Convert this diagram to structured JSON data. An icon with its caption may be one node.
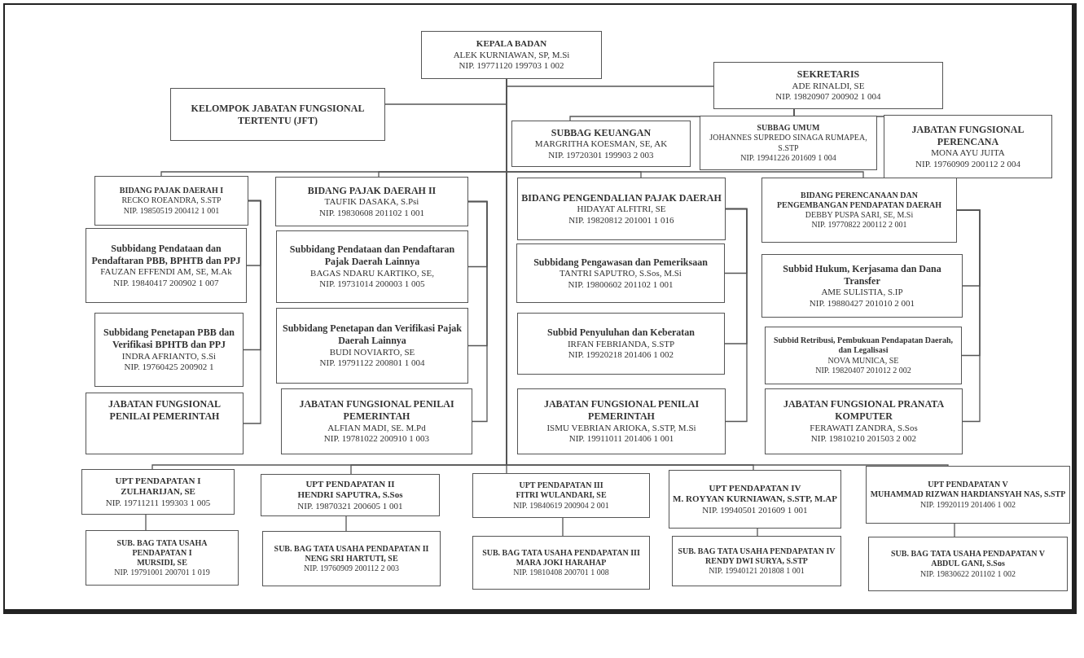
{
  "diagram": {
    "nodes": [
      {
        "text": [
          "KEPALA BADAN",
          "ALEK KURNIAWAN, SP, M.Si",
          "NIP. 19771120 199703 1 002"
        ]
      },
      {
        "text": [
          "KELOMPOK JABATAN FUNGSIONAL TERTENTU (JFT)"
        ]
      },
      {
        "text": [
          "SEKRETARIS",
          "ADE RINALDI, SE",
          "NIP. 19820907 200902 1 004"
        ]
      },
      {
        "text": [
          "SUBBAG KEUANGAN",
          "MARGRITHA KOESMAN, SE, AK",
          "NIP. 19720301 199903 2 003"
        ]
      },
      {
        "text": [
          "SUBBAG UMUM",
          "JOHANNES SUPREDO SINAGA RUMAPEA, S.STP",
          "NIP. 19941226 201609 1 004"
        ]
      },
      {
        "text": [
          "JABATAN FUNGSIONAL PERENCANA",
          "MONA AYU JUITA",
          "NIP. 19760909 200112 2 004"
        ]
      },
      {
        "text": [
          "BIDANG PAJAK DAERAH I",
          "RECKO ROEANDRA, S.STP",
          "NIP. 19850519 200412 1 001"
        ]
      },
      {
        "text": [
          "Subbidang Pendataan dan Pendaftaran PBB, BPHTB dan PPJ",
          "FAUZAN EFFENDI AM, SE, M.Ak",
          "NIP. 19840417 200902 1 007"
        ]
      },
      {
        "text": [
          "Subbidang Penetapan PBB dan Verifikasi BPHTB dan PPJ",
          "INDRA AFRIANTO, S.Si",
          "NIP. 19760425 200902 1"
        ]
      },
      {
        "text": [
          "JABATAN FUNGSIONAL PENILAI PEMERINTAH"
        ]
      },
      {
        "text": [
          "BIDANG PAJAK DAERAH II",
          "TAUFIK DASAKA, S.Psi",
          "NIP. 19830608 201102 1 001"
        ]
      },
      {
        "text": [
          "Subbidang Pendataan dan Pendaftaran Pajak Daerah Lainnya",
          "BAGAS NDARU KARTIKO, SE,",
          "NIP. 19731014 200003 1 005"
        ]
      },
      {
        "text": [
          "Subbidang Penetapan dan Verifikasi Pajak Daerah Lainnya",
          "BUDI NOVIARTO, SE",
          "NIP. 19791122 200801 1 004"
        ]
      },
      {
        "text": [
          "JABATAN FUNGSIONAL PENILAI PEMERINTAH",
          "ALFIAN MADI, SE. M.Pd",
          "NIP. 19781022 200910 1 003"
        ]
      },
      {
        "text": [
          "BIDANG PENGENDALIAN PAJAK DAERAH",
          "HIDAYAT ALFITRI, SE",
          "NIP. 19820812 201001 1 016"
        ]
      },
      {
        "text": [
          "Subbidang Pengawasan dan Pemeriksaan",
          "TANTRI SAPUTRO, S.Sos, M.Si",
          "NIP. 19800602 201102 1 001"
        ]
      },
      {
        "text": [
          "Subbid Penyuluhan dan Keberatan",
          "IRFAN FEBRIANDA, S.STP",
          "NIP. 19920218 201406 1 002"
        ]
      },
      {
        "text": [
          "JABATAN FUNGSIONAL PENILAI PEMERINTAH",
          "ISMU VEBRIAN ARIOKA, S.STP, M.Si",
          "NIP. 19911011 201406 1 001"
        ]
      },
      {
        "text": [
          "BIDANG PERENCANAAN DAN PENGEMBANGAN PENDAPATAN DAERAH",
          "DEBBY PUSPA SARI, SE, M.Si",
          "NIP. 19770822 200112 2 001"
        ]
      },
      {
        "text": [
          "Subbid Hukum, Kerjasama dan Dana Transfer",
          "AME SULISTIA, S.IP",
          "NIP. 19880427 201010 2 001"
        ]
      },
      {
        "text": [
          "Subbid Retribusi, Pembukuan Pendapatan Daerah, dan Legalisasi",
          "NOVA MUNICA, SE",
          "NIP. 19820407 201012 2 002"
        ]
      },
      {
        "text": [
          "JABATAN FUNGSIONAL PRANATA KOMPUTER",
          "FERAWATI ZANDRA, S.Sos",
          "NIP. 19810210 201503 2 002"
        ]
      },
      {
        "text": [
          "UPT PENDAPATAN I",
          "ZULHARIJAN, SE",
          "NIP. 19711211 199303 1 005"
        ]
      },
      {
        "text": [
          "UPT PENDAPATAN II",
          "HENDRI SAPUTRA, S.Sos",
          "NIP. 19870321 200605 1 001"
        ]
      },
      {
        "text": [
          "UPT PENDAPATAN III",
          "FITRI WULANDARI, SE",
          "NIP. 19840619 200904 2 001"
        ]
      },
      {
        "text": [
          "UPT PENDAPATAN IV",
          "M. ROYYAN KURNIAWAN, S.STP, M.AP",
          "NIP. 19940501 201609 1 001"
        ]
      },
      {
        "text": [
          "UPT PENDAPATAN V",
          "MUHAMMAD RIZWAN HARDIANSYAH NAS, S.STP",
          "NIP. 19920119 201406 1 002"
        ]
      },
      {
        "text": [
          "SUB. BAG TATA USAHA PENDAPATAN I",
          "MURSIDI, SE",
          "NIP. 19791001 200701 1 019"
        ]
      },
      {
        "text": [
          "SUB. BAG TATA USAHA PENDAPATAN II",
          "NENG SRI HARTUTI, SE",
          "NIP. 19760909 200112 2 003"
        ]
      },
      {
        "text": [
          "SUB. BAG TATA USAHA PENDAPATAN III",
          "MARA JOKI HARAHAP",
          "NIP. 19810408 200701 1 008"
        ]
      },
      {
        "text": [
          "SUB. BAG TATA USAHA PENDAPATAN IV",
          "RENDY DWI SURYA, S.STP",
          "NIP. 19940121 201808 1 001"
        ]
      },
      {
        "text": [
          "SUB. BAG TATA USAHA PENDAPATAN V",
          "ABDUL GANI, S.Sos",
          "NIP. 19830622 201102 1 002"
        ]
      }
    ],
    "edges": [
      {
        "from": 0,
        "to": 1,
        "arrow": "none"
      },
      {
        "from": 0,
        "to": 2,
        "arrow": "none"
      },
      {
        "from": 2,
        "to": 3,
        "arrow": "none"
      },
      {
        "from": 2,
        "to": 4,
        "arrow": "none"
      },
      {
        "from": 2,
        "to": 5,
        "arrow": "none"
      },
      {
        "from": 0,
        "to": 6,
        "arrow": "none"
      },
      {
        "from": 6,
        "to": 7,
        "arrow": "none"
      },
      {
        "from": 6,
        "to": 8,
        "arrow": "none"
      },
      {
        "from": 6,
        "to": 9,
        "arrow": "none"
      },
      {
        "from": 0,
        "to": 10,
        "arrow": "none"
      },
      {
        "from": 10,
        "to": 11,
        "arrow": "none"
      },
      {
        "from": 10,
        "to": 12,
        "arrow": "none"
      },
      {
        "from": 10,
        "to": 13,
        "arrow": "none"
      },
      {
        "from": 0,
        "to": 14,
        "arrow": "none"
      },
      {
        "from": 14,
        "to": 15,
        "arrow": "none"
      },
      {
        "from": 14,
        "to": 16,
        "arrow": "none"
      },
      {
        "from": 14,
        "to": 17,
        "arrow": "none"
      },
      {
        "from": 0,
        "to": 18,
        "arrow": "none"
      },
      {
        "from": 18,
        "to": 19,
        "arrow": "none"
      },
      {
        "from": 18,
        "to": 20,
        "arrow": "none"
      },
      {
        "from": 18,
        "to": 21,
        "arrow": "none"
      },
      {
        "from": 0,
        "to": 22,
        "arrow": "none"
      },
      {
        "from": 0,
        "to": 23,
        "arrow": "none"
      },
      {
        "from": 0,
        "to": 24,
        "arrow": "none"
      },
      {
        "from": 0,
        "to": 25,
        "arrow": "none"
      },
      {
        "from": 0,
        "to": 26,
        "arrow": "none"
      },
      {
        "from": 22,
        "to": 27,
        "arrow": "none"
      },
      {
        "from": 23,
        "to": 28,
        "arrow": "none"
      },
      {
        "from": 24,
        "to": 29,
        "arrow": "none"
      },
      {
        "from": 25,
        "to": 30,
        "arrow": "none"
      },
      {
        "from": 26,
        "to": 31,
        "arrow": "none"
      }
    ]
  }
}
